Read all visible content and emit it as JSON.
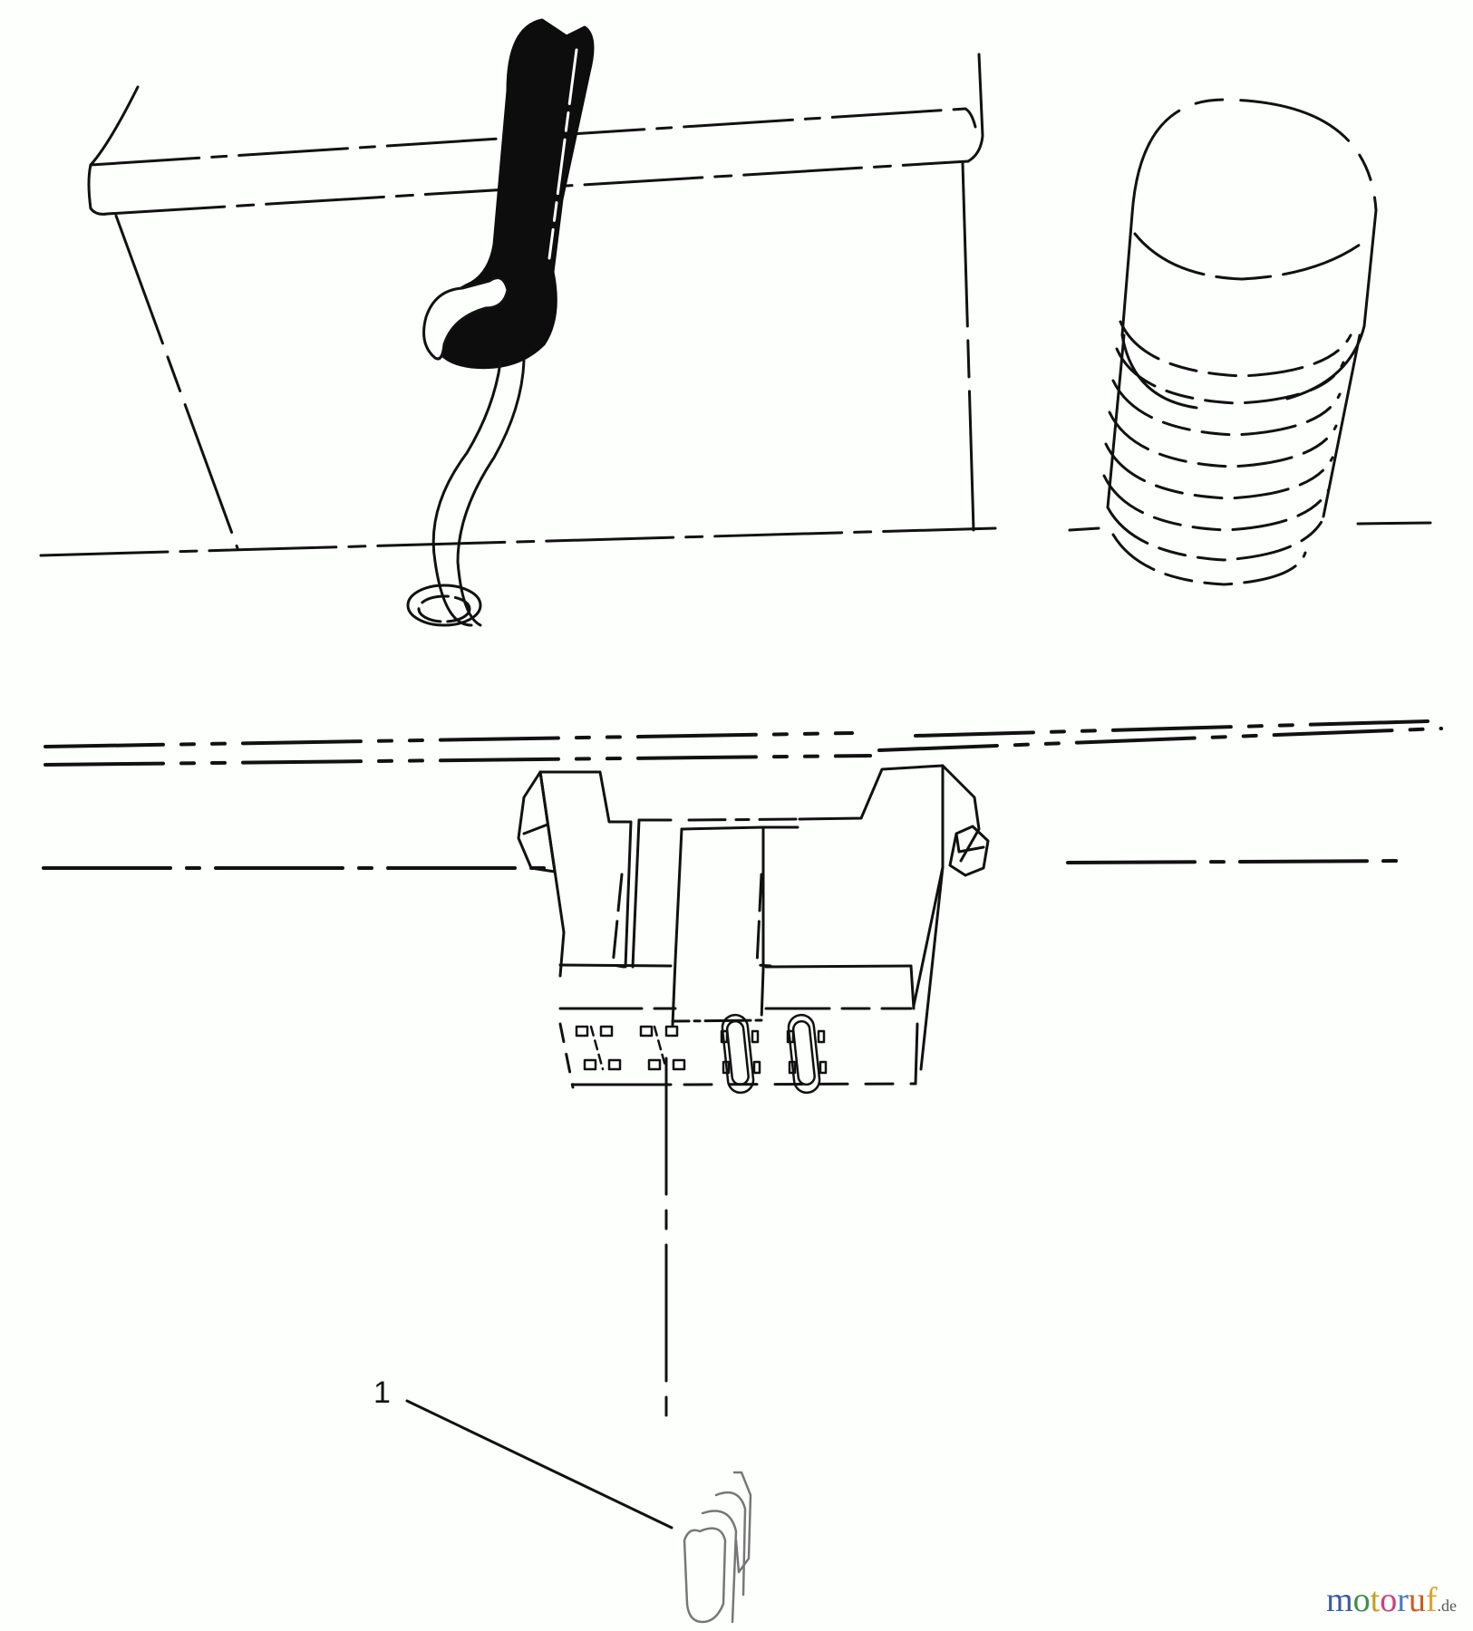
{
  "diagram": {
    "type": "exploded-parts-view",
    "callouts": [
      {
        "label": "1",
        "target": "fuse"
      }
    ],
    "parts": [
      "dash-panel",
      "key-with-cord",
      "threaded-knob",
      "fuse-block",
      "fuse"
    ]
  },
  "watermark": {
    "letters": [
      "m",
      "o",
      "t",
      "o",
      "r",
      "u",
      "f"
    ],
    "colors": [
      "#3b5aa6",
      "#3d8f4a",
      "#c0a020",
      "#d0407a",
      "#4a7ac0",
      "#d05a20",
      "#e0a030"
    ],
    "tld": ".de"
  }
}
